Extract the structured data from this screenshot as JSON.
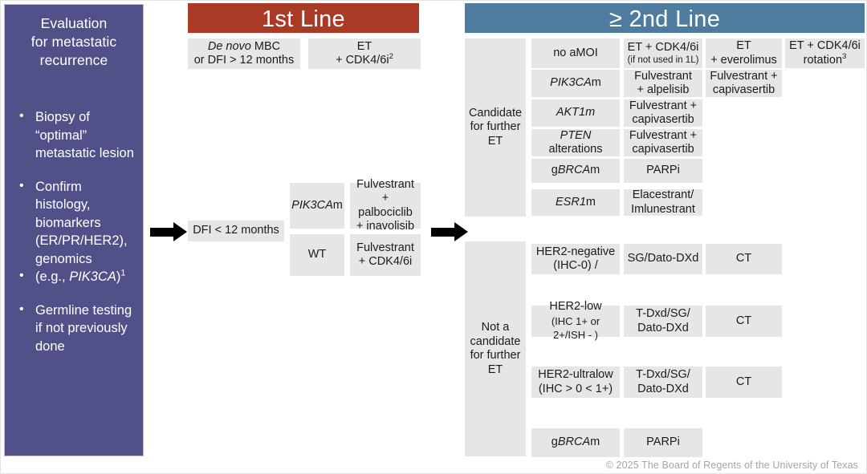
{
  "sidebar": {
    "title": "Evaluation\nfor metastatic\nrecurrence",
    "title_lines": [
      "Evaluation",
      "for metastatic",
      "recurrence"
    ],
    "bg_color": "#525089",
    "items": [
      {
        "text": "Biopsy of “optimal” metastatic lesion",
        "bullet": true
      },
      {
        "text": "Confirm histology, biomarkers (ER/PR/HER2), genomics",
        "bullet": true
      },
      {
        "text": "(e.g., PIK3CA)¹",
        "bullet": true,
        "italic_part": "PIK3CA"
      },
      {
        "text": "Germline testing if not previously done",
        "bullet": true
      }
    ]
  },
  "columns": {
    "first_line": {
      "label": "1st Line",
      "color": "#a93a26"
    },
    "second_line": {
      "label": "≥ 2nd Line",
      "color": "#4e7c9e"
    }
  },
  "first_line_row": {
    "criteria": "De novo MBC\nor DFI > 12 months",
    "criteria_line1_italic": "De novo",
    "criteria_line1_rest": " MBC",
    "criteria_line2": "or DFI > 12 months",
    "treatment_line1": "ET",
    "treatment_line2": "+ CDK4/6i²"
  },
  "dfi_short": {
    "label": "DFI < 12 months",
    "rows": [
      {
        "biomarker_italic": "PIK3CA",
        "biomarker_rest": "m",
        "treatment_lines": [
          "Fulvestrant",
          "+ palbociclib",
          "+ inavolisib"
        ]
      },
      {
        "biomarker_italic": "",
        "biomarker_rest": "WT",
        "treatment_lines": [
          "Fulvestrant",
          "+ CDK4/6i"
        ]
      }
    ]
  },
  "second_line": {
    "candidate_group": {
      "label_lines": [
        "Candidate",
        "for further",
        "ET"
      ],
      "rows": [
        {
          "biomarker_pre": "",
          "biomarker_italic": "",
          "biomarker_post": "no aMOI",
          "options": [
            {
              "main": "ET + CDK4/6i",
              "sub": "(if not used in 1L)"
            },
            {
              "main_lines": [
                "ET",
                "+ everolimus"
              ]
            },
            {
              "main_lines": [
                "ET + CDK4/6i",
                "rotation³"
              ]
            }
          ]
        },
        {
          "biomarker_pre": "",
          "biomarker_italic": "PIK3CA",
          "biomarker_post": "m",
          "options": [
            {
              "main_lines": [
                "Fulvestrant",
                "+ alpelisib"
              ]
            },
            {
              "main_lines": [
                "Fulvestrant +",
                "capivasertib"
              ]
            }
          ]
        },
        {
          "biomarker_pre": "",
          "biomarker_italic": "AKT1m",
          "biomarker_post": "",
          "options": [
            {
              "main_lines": [
                "Fulvestrant +",
                "capivasertib"
              ]
            }
          ]
        },
        {
          "biomarker_pre": "",
          "biomarker_italic": "PTEN",
          "biomarker_post": " alterations",
          "options": [
            {
              "main_lines": [
                "Fulvestrant +",
                "capivasertib"
              ]
            }
          ]
        },
        {
          "biomarker_pre": "g",
          "biomarker_italic": "BRCA",
          "biomarker_post": "m",
          "options": [
            {
              "main_lines": [
                "PARPi"
              ]
            }
          ]
        },
        {
          "biomarker_pre": "",
          "biomarker_italic": "ESR1",
          "biomarker_post": "m",
          "options": [
            {
              "main_lines": [
                "Elacestrant/",
                "Imlunestrant"
              ]
            }
          ]
        }
      ]
    },
    "not_candidate_group": {
      "label_lines": [
        "Not a",
        "candidate",
        "for further",
        "ET"
      ],
      "rows": [
        {
          "biomarker_lines": [
            "HER2-negative",
            "(IHC-0) /"
          ],
          "options": [
            {
              "main_lines": [
                "SG/Dato-DXd"
              ]
            },
            {
              "main_lines": [
                "CT"
              ]
            }
          ]
        },
        {
          "biomarker_lines": [
            "HER2-low",
            "(IHC 1+ or 2+/ISH - )"
          ],
          "options": [
            {
              "main_lines": [
                "T-Dxd/SG/",
                "Dato-DXd"
              ]
            },
            {
              "main_lines": [
                "CT"
              ]
            }
          ]
        },
        {
          "biomarker_lines": [
            "HER2-ultralow",
            "(IHC > 0 < 1+)"
          ],
          "options": [
            {
              "main_lines": [
                "T-Dxd/SG/",
                "Dato-DXd"
              ]
            },
            {
              "main_lines": [
                "CT"
              ]
            }
          ]
        },
        {
          "biomarker_pre": "g",
          "biomarker_italic": "BRCA",
          "biomarker_post": "m",
          "options": [
            {
              "main_lines": [
                "PARPi"
              ]
            }
          ]
        }
      ]
    }
  },
  "footer": {
    "copyright": "© 2025 The Board of Regents of the University of Texas"
  }
}
